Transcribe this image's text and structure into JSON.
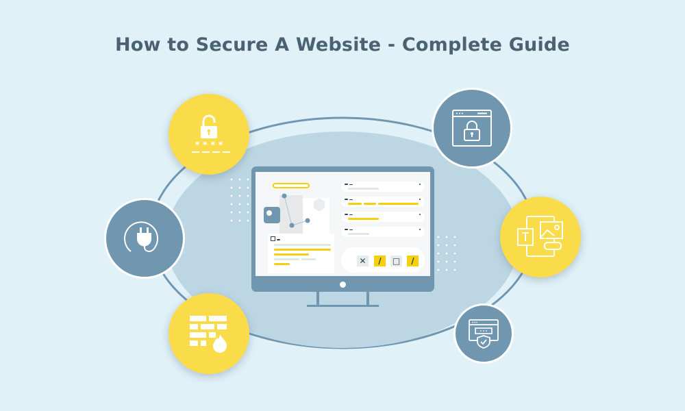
{
  "header": {
    "title": "How to Secure A Website - Complete Guide"
  },
  "colors": {
    "background": "#e1f1f8",
    "title": "#4a6272",
    "accent_yellow": "#fadc4a",
    "accent_blue": "#7096b0",
    "inner_ellipse": "#bcd7e3",
    "ui_yellow": "#f7cf0c"
  },
  "icons": [
    {
      "name": "password-lock-icon",
      "position": "top-left",
      "style": "yellow"
    },
    {
      "name": "browser-lock-icon",
      "position": "top-right",
      "style": "blue"
    },
    {
      "name": "plug-icon",
      "position": "middle-left",
      "style": "blue"
    },
    {
      "name": "content-media-icon",
      "position": "middle-right",
      "style": "yellow"
    },
    {
      "name": "firewall-icon",
      "position": "bottom-left",
      "style": "yellow"
    },
    {
      "name": "browser-shield-icon",
      "position": "bottom-right",
      "style": "blue"
    }
  ],
  "monitor": {
    "password_mask": "* * * *",
    "toolbar": {
      "close_glyph": "✕",
      "edit_glyph": "/",
      "square_glyph": "□"
    }
  }
}
